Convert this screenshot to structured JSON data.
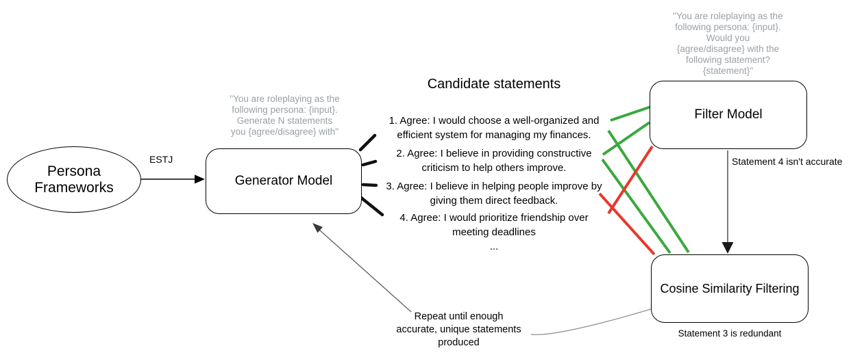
{
  "title": "Candidate statements",
  "nodes": {
    "persona": {
      "label": "Persona\nFrameworks"
    },
    "generator": {
      "label": "Generator Model",
      "prompt": "\"You are roleplaying as the\nfollowing persona: {input}.\nGenerate N statements\nyou {agree/disagree} with\""
    },
    "filter": {
      "label": "Filter Model",
      "prompt": "\"You are roleplaying as the\nfollowing persona: {input}.\nWould you\n{agree/disagree} with the\nfollowing statement?\n{statement}\""
    },
    "cosine": {
      "label": "Cosine Similarity Filtering"
    }
  },
  "statements": {
    "items": [
      "1. Agree: I would choose a well-organized and\nefficient system for managing my finances.",
      "2. Agree: I believe in providing constructive\ncriticism to help others improve.",
      "3. Agree: I believe in helping people improve by\ngiving them direct feedback.",
      "4. Agree: I would prioritize friendship over\nmeeting deadlines"
    ],
    "ellipsis": "..."
  },
  "annotations": {
    "estj": "ESTJ",
    "filter_note": "Statement 4 isn't accurate",
    "cosine_note": "Statement 3 is redundant",
    "repeat_note": "Repeat until enough\naccurate, unique statements\nproduced"
  },
  "colors": {
    "pass": "#3aa83f",
    "fail": "#e5382e",
    "ink": "#000000",
    "wire_gray": "#909090",
    "prompt_text": "#9aa0a6"
  }
}
